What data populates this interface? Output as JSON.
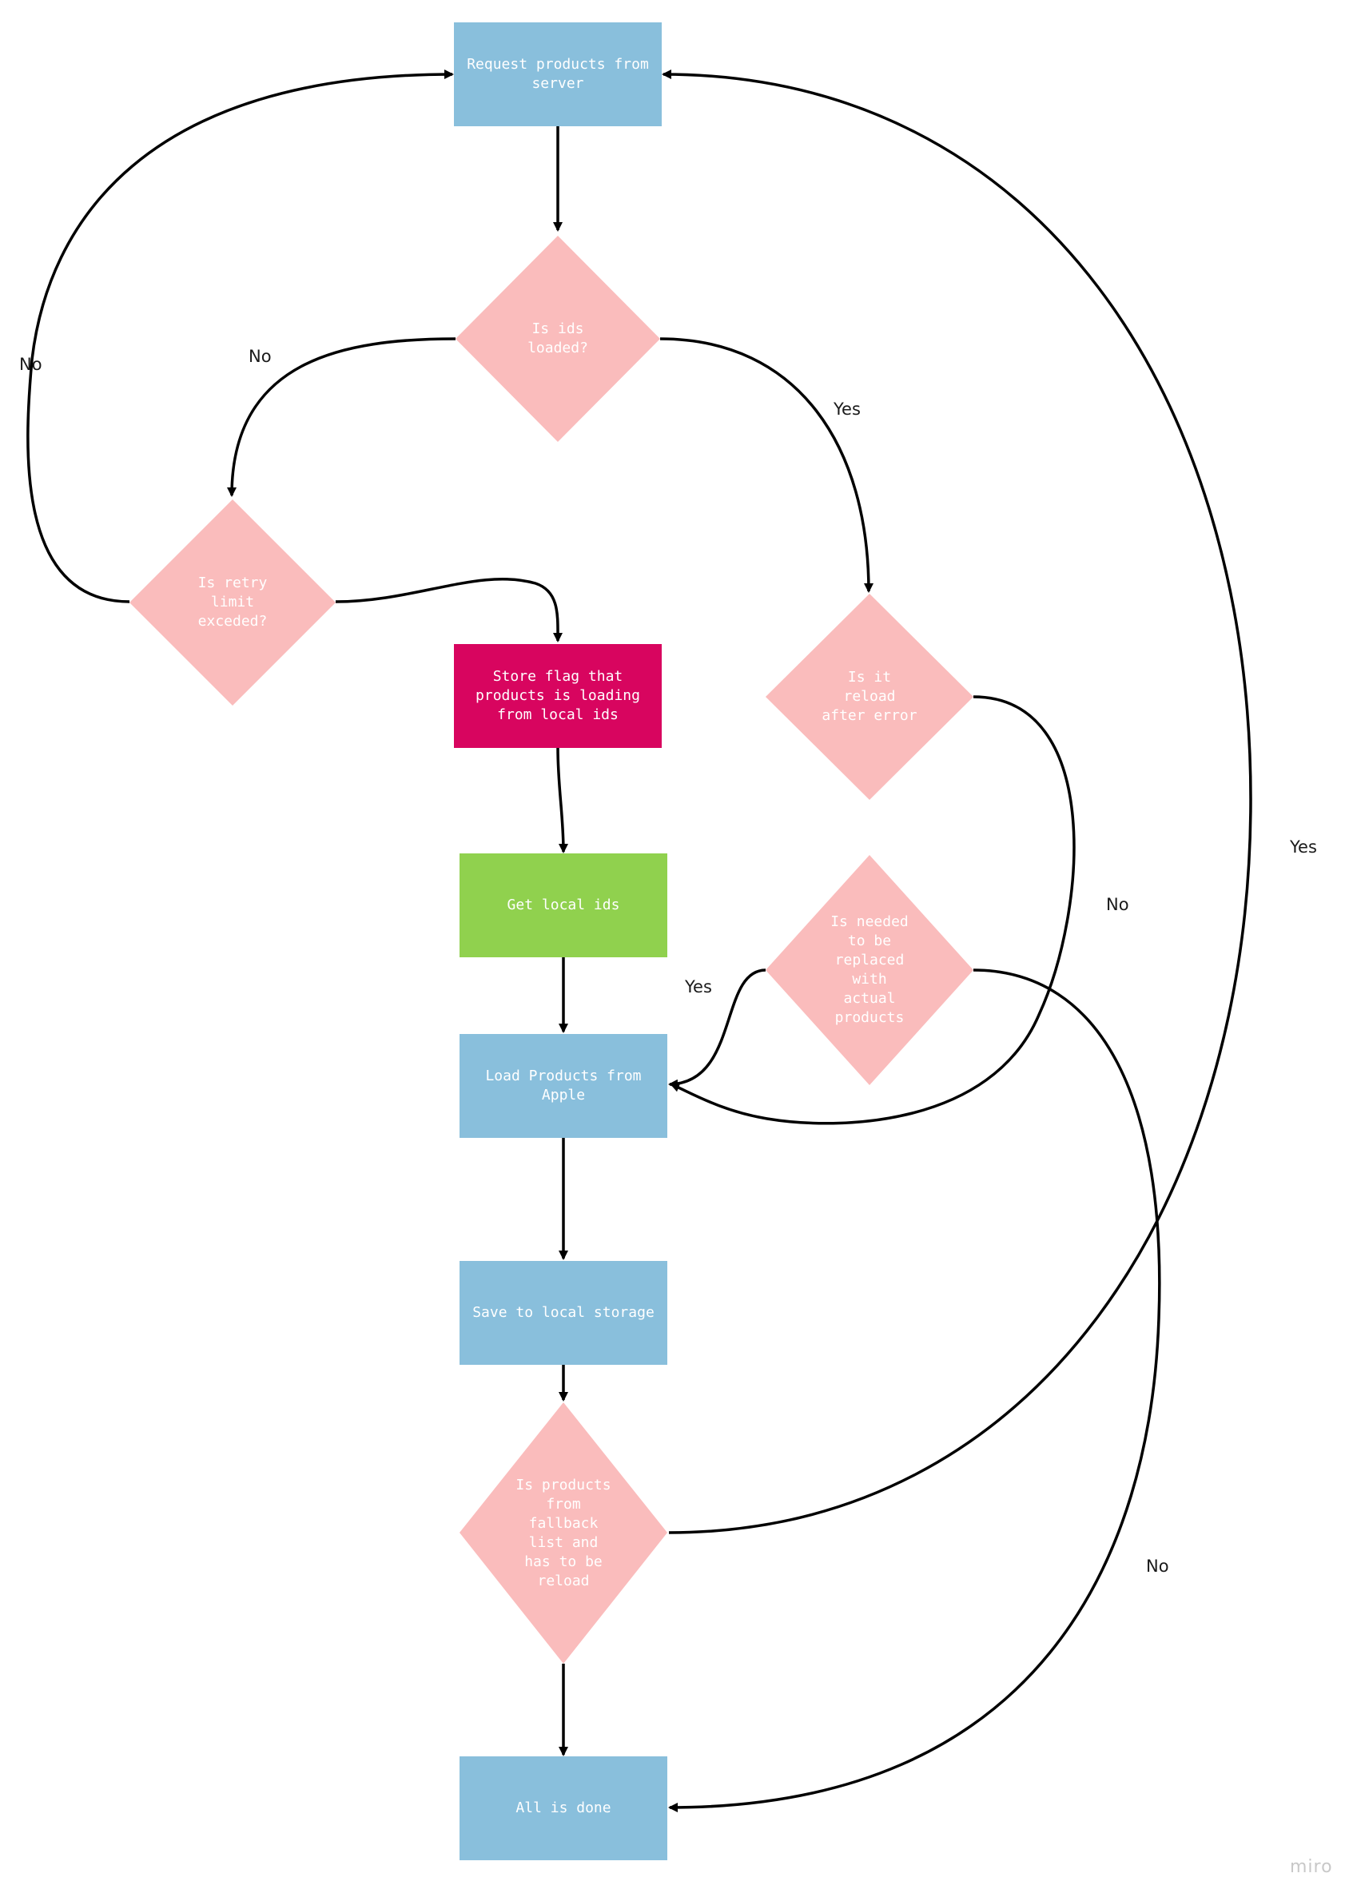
{
  "diagram": {
    "nodes": {
      "request_products": {
        "label": "Request products from\nserver",
        "color": "#89bfdc"
      },
      "is_ids_loaded": {
        "label": "Is ids\nloaded?",
        "color": "#fabcbc"
      },
      "is_retry_limit": {
        "label": "Is retry\nlimit\nexceded?",
        "color": "#fabcbc"
      },
      "store_flag": {
        "label": "Store flag that\nproducts is loading\nfrom local ids",
        "color": "#d8055f"
      },
      "is_reload_after_error": {
        "label": "Is it\nreload\nafter error",
        "color": "#fabcbc"
      },
      "get_local_ids": {
        "label": "Get local ids",
        "color": "#90d14e"
      },
      "is_needed_replaced": {
        "label": "Is needed\nto be\nreplaced\nwith\nactual\nproducts",
        "color": "#fabcbc"
      },
      "load_products_apple": {
        "label": "Load Products from\nApple",
        "color": "#89bfdc"
      },
      "save_local_storage": {
        "label": "Save to local storage",
        "color": "#89bfdc"
      },
      "is_fallback_reload": {
        "label": "Is products\nfrom\nfallback\nlist and\nhas to be\nreload",
        "color": "#fabcbc"
      },
      "all_done": {
        "label": "All is done",
        "color": "#89bfdc"
      }
    },
    "edge_labels": {
      "retry_no": "No",
      "ids_no": "No",
      "ids_yes": "Yes",
      "fallback_yes": "Yes",
      "reload_error_no": "No",
      "replace_yes": "Yes",
      "replace_no": "No"
    },
    "edge_color": "#000000"
  },
  "watermark": "miro"
}
